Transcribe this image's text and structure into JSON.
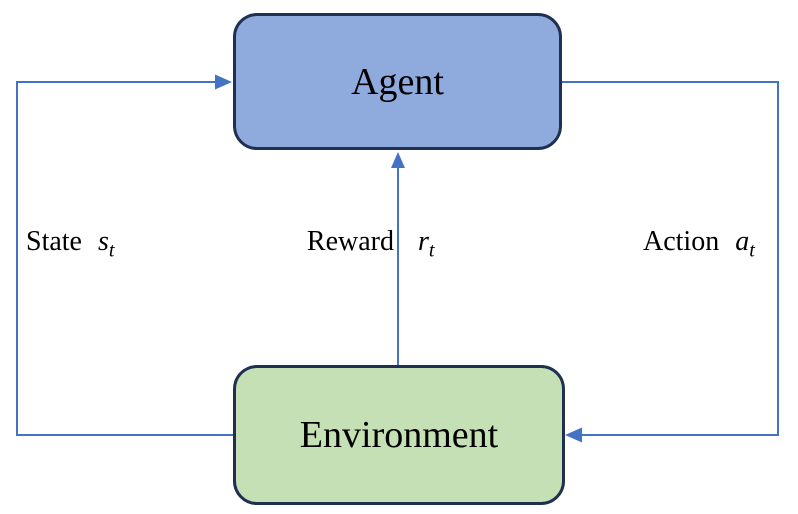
{
  "diagram": {
    "type": "flow-loop",
    "nodes": [
      {
        "id": "agent",
        "label": "Agent"
      },
      {
        "id": "environment",
        "label": "Environment"
      }
    ],
    "edges": [
      {
        "id": "state",
        "word": "State",
        "symbol": "s",
        "subscript": "t",
        "from": "environment",
        "to": "agent"
      },
      {
        "id": "reward",
        "word": "Reward",
        "symbol": "r",
        "subscript": "t",
        "from": "environment",
        "to": "agent"
      },
      {
        "id": "action",
        "word": "Action",
        "symbol": "a",
        "subscript": "t",
        "from": "agent",
        "to": "environment"
      }
    ],
    "colors": {
      "agent_fill": "#8FAADC",
      "environment_fill": "#C5E0B4",
      "node_border": "#1F3050",
      "arrow": "#4472C4",
      "text": "#000000",
      "background": "#FFFFFF"
    }
  }
}
